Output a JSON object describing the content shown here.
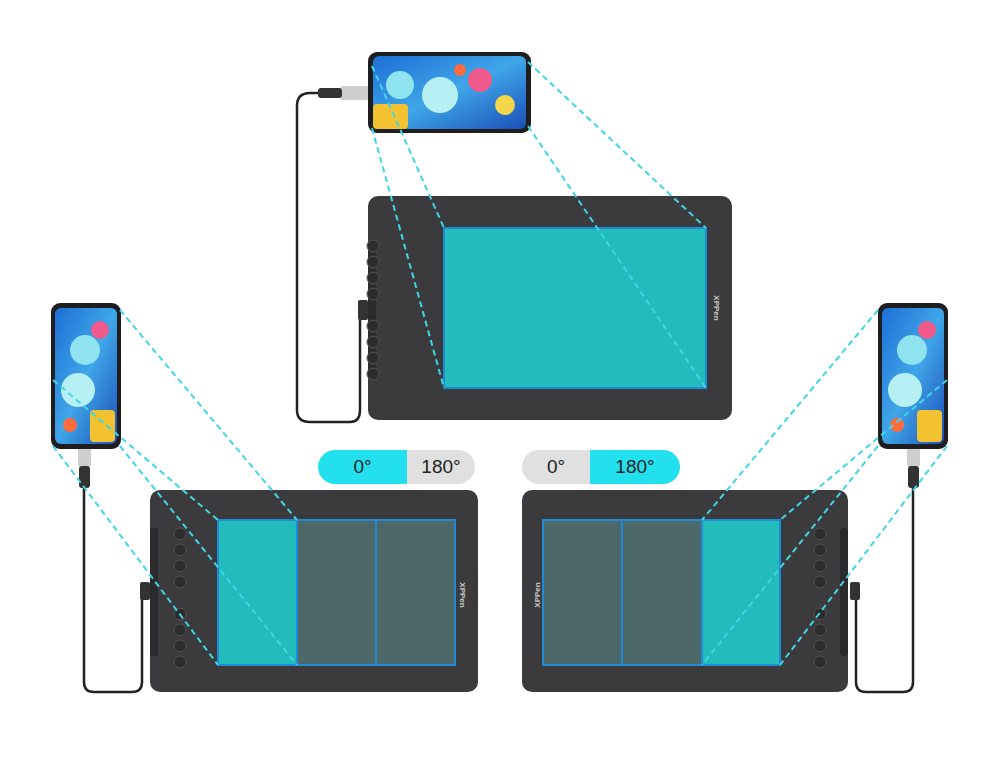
{
  "diagram": {
    "nodes": [
      {
        "text": [
          "0°"
        ]
      },
      {
        "text": [
          "180°"
        ]
      },
      {
        "text": [
          "0°"
        ]
      },
      {
        "text": [
          "180°"
        ]
      }
    ],
    "labels": [
      "XPPen",
      "XPPen",
      "XPPen"
    ]
  }
}
